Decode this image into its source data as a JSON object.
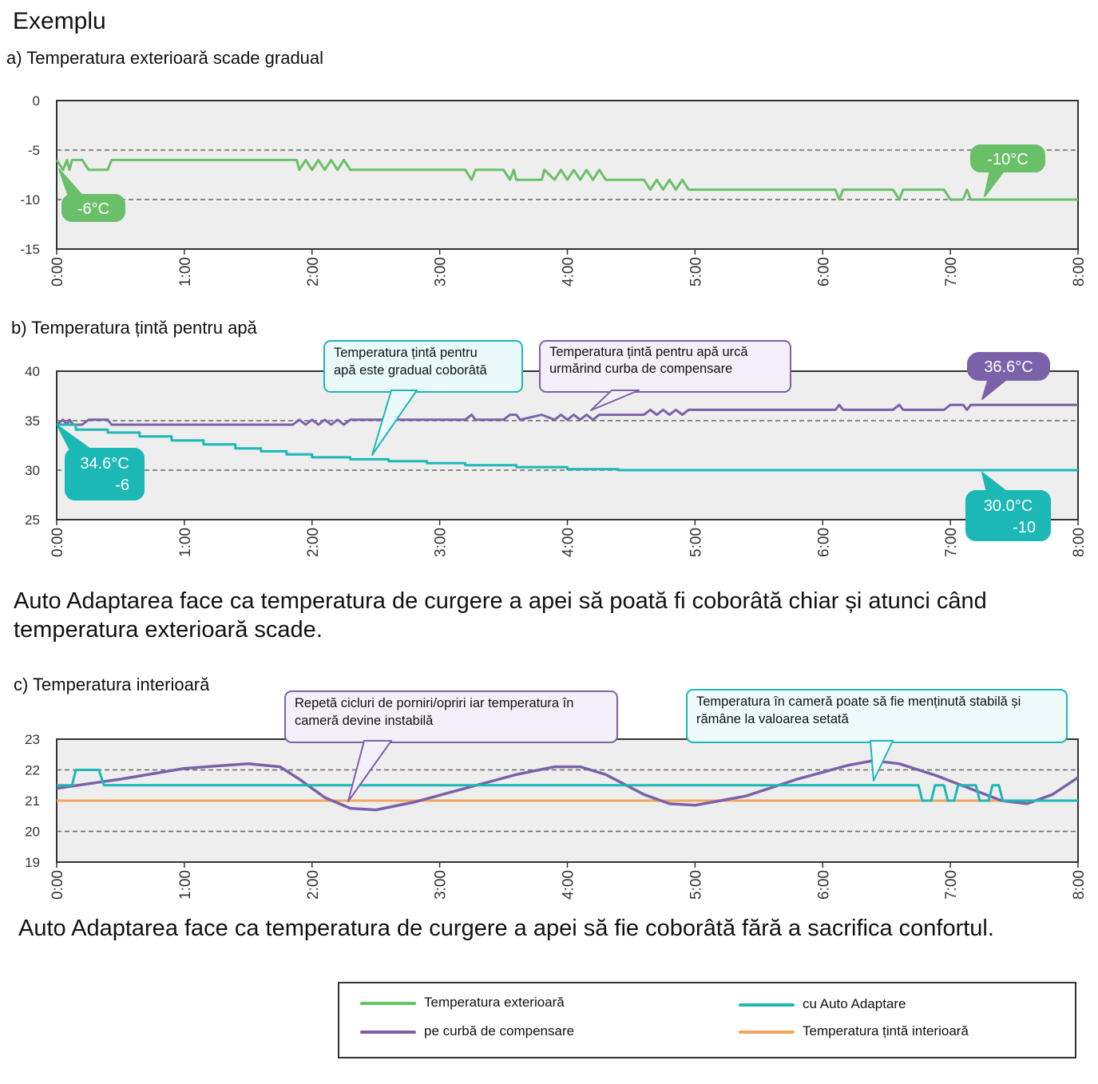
{
  "page_title": "Exemplu",
  "colors": {
    "outdoor": "#6abf69",
    "compensation": "#7b62a8",
    "auto_adapt": "#1cb8b6",
    "indoor_target": "#f2a55c",
    "plot_bg": "#eeeeee"
  },
  "notes": {
    "note1": "Auto Adaptarea face ca temperatura de curgere a apei să poată fi coborâtă chiar și atunci când temperatura exterioară scade.",
    "note2": "Auto Adaptarea face ca temperatura de curgere a apei să fie coborâtă fără a sacrifica confortul."
  },
  "legend": {
    "outdoor": "Temperatura exterioară",
    "auto_adapt": "cu Auto Adaptare",
    "compensation": "pe curbă de compensare",
    "indoor_target": "Temperatura țintă interioară"
  },
  "chart_data": [
    {
      "id": "a",
      "type": "line",
      "title": "a) Temperatura exterioară scade gradual",
      "x_ticks": [
        "0:00",
        "1:00",
        "2:00",
        "3:00",
        "4:00",
        "5:00",
        "6:00",
        "7:00",
        "8:00"
      ],
      "xlim": [
        0,
        8
      ],
      "ylim": [
        -15,
        0
      ],
      "y_ticks": [
        "0",
        "-5",
        "-10",
        "-15"
      ],
      "y_tick_values": [
        0,
        -5,
        -10,
        -15
      ],
      "gridlines": [
        -5,
        -10
      ],
      "series": [
        {
          "key": "outdoor",
          "name": "Temperatura exterioară",
          "points": [
            [
              0,
              -6
            ],
            [
              0.05,
              -7
            ],
            [
              0.08,
              -6
            ],
            [
              0.1,
              -7
            ],
            [
              0.12,
              -6
            ],
            [
              0.2,
              -6
            ],
            [
              0.25,
              -7
            ],
            [
              0.4,
              -7
            ],
            [
              0.43,
              -6
            ],
            [
              1.88,
              -6
            ],
            [
              1.9,
              -7
            ],
            [
              1.95,
              -6
            ],
            [
              2.0,
              -7
            ],
            [
              2.05,
              -6
            ],
            [
              2.1,
              -7
            ],
            [
              2.15,
              -6
            ],
            [
              2.2,
              -7
            ],
            [
              2.25,
              -6
            ],
            [
              2.3,
              -7
            ],
            [
              3.2,
              -7
            ],
            [
              3.25,
              -8
            ],
            [
              3.28,
              -7
            ],
            [
              3.5,
              -7
            ],
            [
              3.55,
              -8
            ],
            [
              3.58,
              -7
            ],
            [
              3.6,
              -8
            ],
            [
              3.8,
              -8
            ],
            [
              3.82,
              -7
            ],
            [
              3.9,
              -8
            ],
            [
              3.95,
              -7
            ],
            [
              4.0,
              -8
            ],
            [
              4.05,
              -7
            ],
            [
              4.1,
              -8
            ],
            [
              4.15,
              -7
            ],
            [
              4.2,
              -8
            ],
            [
              4.25,
              -7
            ],
            [
              4.3,
              -8
            ],
            [
              4.6,
              -8
            ],
            [
              4.65,
              -9
            ],
            [
              4.7,
              -8
            ],
            [
              4.75,
              -9
            ],
            [
              4.8,
              -8
            ],
            [
              4.85,
              -9
            ],
            [
              4.9,
              -8
            ],
            [
              4.95,
              -9
            ],
            [
              6.1,
              -9
            ],
            [
              6.13,
              -10
            ],
            [
              6.16,
              -9
            ],
            [
              6.55,
              -9
            ],
            [
              6.6,
              -10
            ],
            [
              6.63,
              -9
            ],
            [
              6.95,
              -9
            ],
            [
              7.0,
              -10
            ],
            [
              7.1,
              -10
            ],
            [
              7.13,
              -9
            ],
            [
              7.16,
              -10
            ],
            [
              8,
              -10
            ]
          ]
        }
      ],
      "callouts": [
        {
          "text": "-6°C",
          "series": "outdoor"
        },
        {
          "text": "-10°C",
          "series": "outdoor"
        }
      ]
    },
    {
      "id": "b",
      "type": "line",
      "title": "b) Temperatura țintă pentru apă",
      "x_ticks": [
        "0:00",
        "1:00",
        "2:00",
        "3:00",
        "4:00",
        "5:00",
        "6:00",
        "7:00",
        "8:00"
      ],
      "xlim": [
        0,
        8
      ],
      "ylim": [
        25,
        40
      ],
      "y_ticks": [
        "40",
        "35",
        "30",
        "25"
      ],
      "y_tick_values": [
        40,
        35,
        30,
        25
      ],
      "gridlines": [
        35,
        30
      ],
      "series": [
        {
          "key": "compensation",
          "name": "pe curbă de compensare",
          "points": [
            [
              0,
              34.6
            ],
            [
              0.05,
              35.1
            ],
            [
              0.08,
              34.6
            ],
            [
              0.1,
              35.1
            ],
            [
              0.13,
              34.6
            ],
            [
              0.2,
              34.6
            ],
            [
              0.25,
              35.1
            ],
            [
              0.4,
              35.1
            ],
            [
              0.43,
              34.6
            ],
            [
              1.85,
              34.6
            ],
            [
              1.9,
              35.1
            ],
            [
              1.95,
              34.6
            ],
            [
              2.0,
              35.1
            ],
            [
              2.05,
              34.6
            ],
            [
              2.1,
              35.1
            ],
            [
              2.15,
              34.6
            ],
            [
              2.2,
              35.1
            ],
            [
              2.25,
              34.6
            ],
            [
              2.3,
              35.1
            ],
            [
              3.2,
              35.1
            ],
            [
              3.25,
              35.6
            ],
            [
              3.28,
              35.1
            ],
            [
              3.5,
              35.1
            ],
            [
              3.55,
              35.6
            ],
            [
              3.6,
              35.6
            ],
            [
              3.63,
              35.1
            ],
            [
              3.8,
              35.6
            ],
            [
              3.9,
              35.1
            ],
            [
              3.95,
              35.6
            ],
            [
              4.0,
              35.1
            ],
            [
              4.05,
              35.6
            ],
            [
              4.1,
              35.1
            ],
            [
              4.15,
              35.6
            ],
            [
              4.2,
              35.1
            ],
            [
              4.25,
              35.6
            ],
            [
              4.3,
              35.6
            ],
            [
              4.6,
              35.6
            ],
            [
              4.65,
              36.1
            ],
            [
              4.7,
              35.6
            ],
            [
              4.75,
              36.1
            ],
            [
              4.8,
              35.6
            ],
            [
              4.85,
              36.1
            ],
            [
              4.9,
              35.6
            ],
            [
              4.95,
              36.1
            ],
            [
              6.1,
              36.1
            ],
            [
              6.13,
              36.6
            ],
            [
              6.16,
              36.1
            ],
            [
              6.55,
              36.1
            ],
            [
              6.6,
              36.6
            ],
            [
              6.63,
              36.1
            ],
            [
              6.95,
              36.1
            ],
            [
              7.0,
              36.6
            ],
            [
              7.1,
              36.6
            ],
            [
              7.13,
              36.1
            ],
            [
              7.16,
              36.6
            ],
            [
              8,
              36.6
            ]
          ]
        },
        {
          "key": "auto_adapt",
          "name": "cu Auto Adaptare",
          "points": [
            [
              0,
              34.6
            ],
            [
              0.15,
              34.6
            ],
            [
              0.15,
              34.1
            ],
            [
              0.4,
              34.1
            ],
            [
              0.4,
              33.8
            ],
            [
              0.65,
              33.8
            ],
            [
              0.65,
              33.4
            ],
            [
              0.9,
              33.4
            ],
            [
              0.9,
              33.0
            ],
            [
              1.15,
              33.0
            ],
            [
              1.15,
              32.6
            ],
            [
              1.4,
              32.6
            ],
            [
              1.4,
              32.2
            ],
            [
              1.6,
              32.2
            ],
            [
              1.6,
              31.9
            ],
            [
              1.8,
              31.9
            ],
            [
              1.8,
              31.6
            ],
            [
              2.0,
              31.6
            ],
            [
              2.0,
              31.3
            ],
            [
              2.3,
              31.3
            ],
            [
              2.3,
              31.1
            ],
            [
              2.6,
              31.1
            ],
            [
              2.6,
              30.9
            ],
            [
              2.9,
              30.9
            ],
            [
              2.9,
              30.7
            ],
            [
              3.2,
              30.7
            ],
            [
              3.2,
              30.5
            ],
            [
              3.6,
              30.5
            ],
            [
              3.6,
              30.3
            ],
            [
              4.0,
              30.3
            ],
            [
              4.0,
              30.1
            ],
            [
              4.4,
              30.1
            ],
            [
              4.4,
              30.0
            ],
            [
              8,
              30.0
            ]
          ]
        }
      ],
      "callouts": [
        {
          "text": "Temperatura țintă pentru apă este gradual coborâtă"
        },
        {
          "text": "Temperatura țintă pentru apă urcă urmărind curba de compensare"
        },
        {
          "text": "36.6°C",
          "series": "compensation"
        },
        {
          "text": "34.6°C",
          "text2": "-6",
          "series": "auto_adapt"
        },
        {
          "text": "30.0°C",
          "text2": "-10",
          "series": "auto_adapt"
        }
      ]
    },
    {
      "id": "c",
      "type": "line",
      "title": "c) Temperatura interioară",
      "x_ticks": [
        "0:00",
        "1:00",
        "2:00",
        "3:00",
        "4:00",
        "5:00",
        "6:00",
        "7:00",
        "8:00"
      ],
      "xlim": [
        0,
        8
      ],
      "ylim": [
        19,
        23
      ],
      "y_ticks": [
        "23",
        "22",
        "21",
        "20",
        "19"
      ],
      "y_tick_values": [
        23,
        22,
        21,
        20,
        19
      ],
      "gridlines": [
        22,
        20
      ],
      "series": [
        {
          "key": "indoor_target",
          "name": "Temperatura țintă interioară",
          "points": [
            [
              0,
              21.0
            ],
            [
              8,
              21.0
            ]
          ]
        },
        {
          "key": "compensation",
          "name": "pe curbă de compensare",
          "points": [
            [
              0,
              21.4
            ],
            [
              0.5,
              21.7
            ],
            [
              1.0,
              22.05
            ],
            [
              1.5,
              22.2
            ],
            [
              1.75,
              22.1
            ],
            [
              1.9,
              21.7
            ],
            [
              2.1,
              21.1
            ],
            [
              2.3,
              20.75
            ],
            [
              2.5,
              20.7
            ],
            [
              2.8,
              20.95
            ],
            [
              3.2,
              21.4
            ],
            [
              3.6,
              21.85
            ],
            [
              3.9,
              22.1
            ],
            [
              4.1,
              22.1
            ],
            [
              4.3,
              21.85
            ],
            [
              4.6,
              21.2
            ],
            [
              4.8,
              20.9
            ],
            [
              5.0,
              20.85
            ],
            [
              5.4,
              21.15
            ],
            [
              5.8,
              21.7
            ],
            [
              6.2,
              22.15
            ],
            [
              6.4,
              22.3
            ],
            [
              6.6,
              22.2
            ],
            [
              6.9,
              21.8
            ],
            [
              7.15,
              21.4
            ],
            [
              7.4,
              21.0
            ],
            [
              7.6,
              20.9
            ],
            [
              7.8,
              21.2
            ],
            [
              8.0,
              21.75
            ]
          ]
        },
        {
          "key": "auto_adapt",
          "name": "cu Auto Adaptare",
          "points": [
            [
              0,
              21.5
            ],
            [
              0.12,
              21.5
            ],
            [
              0.15,
              22.0
            ],
            [
              0.33,
              22.0
            ],
            [
              0.37,
              21.5
            ],
            [
              6.75,
              21.5
            ],
            [
              6.78,
              21.0
            ],
            [
              6.85,
              21.0
            ],
            [
              6.88,
              21.5
            ],
            [
              6.95,
              21.5
            ],
            [
              6.98,
              21.0
            ],
            [
              7.03,
              21.0
            ],
            [
              7.06,
              21.5
            ],
            [
              7.2,
              21.5
            ],
            [
              7.23,
              21.0
            ],
            [
              7.3,
              21.0
            ],
            [
              7.33,
              21.5
            ],
            [
              7.38,
              21.5
            ],
            [
              7.41,
              21.0
            ],
            [
              8,
              21.0
            ]
          ]
        }
      ],
      "callouts": [
        {
          "text": "Repetă cicluri de porniri/opriri iar temperatura în cameră devine instabilă"
        },
        {
          "text": "Temperatura în cameră poate să fie menținută stabilă și rămâne la valoarea setată"
        }
      ]
    }
  ]
}
